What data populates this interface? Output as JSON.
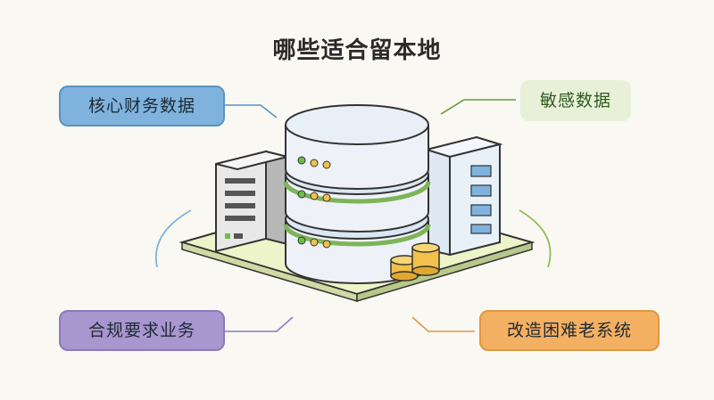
{
  "title": "哪些适合留本地",
  "labels": {
    "top_left": "核心财务数据",
    "top_right": "敏感数据",
    "bottom_left": "合规要求业务",
    "bottom_right": "改造困难老系统"
  },
  "colors": {
    "blue": "#7fb3dd",
    "green": "#e8f1d8",
    "purple": "#a896cf",
    "orange": "#f4b062"
  }
}
